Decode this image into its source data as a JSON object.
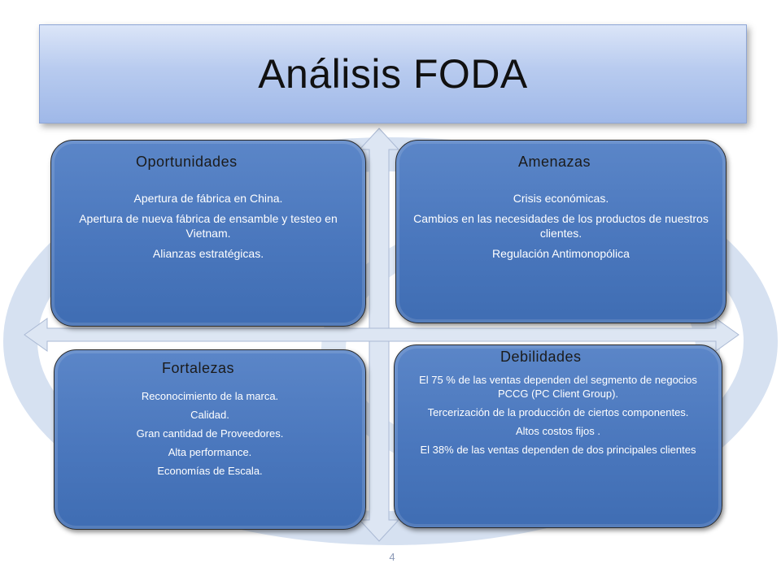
{
  "title": "Análisis FODA",
  "page_number": "4",
  "quadrants": {
    "oportunidades": {
      "heading": "Oportunidades",
      "items": [
        "Apertura de fábrica en China.",
        "Apertura de nueva fábrica de ensamble y testeo en Vietnam.",
        "Alianzas estratégicas."
      ]
    },
    "amenazas": {
      "heading": "Amenazas",
      "items": [
        "Crisis económicas.",
        "Cambios en las necesidades de los productos de nuestros clientes.",
        "Regulación Antimonopólica"
      ]
    },
    "fortalezas": {
      "heading": "Fortalezas",
      "items": [
        "Reconocimiento de la marca.",
        "Calidad.",
        "Gran cantidad de Proveedores.",
        "Alta performance.",
        "Economías de Escala."
      ]
    },
    "debilidades": {
      "heading": "Debilidades",
      "items": [
        "El 75 % de las ventas dependen del segmento de negocios PCCG (PC Client Group).",
        "Tercerización de la producción de ciertos componentes.",
        "Altos costos fijos .",
        "El 38% de las ventas dependen de dos principales clientes"
      ]
    }
  },
  "colors": {
    "quadrant_fill": "#4a77bd",
    "title_fill": "#b8cbef",
    "watermark": "#d6e1f1",
    "arrow_fill": "#dde6f3"
  }
}
